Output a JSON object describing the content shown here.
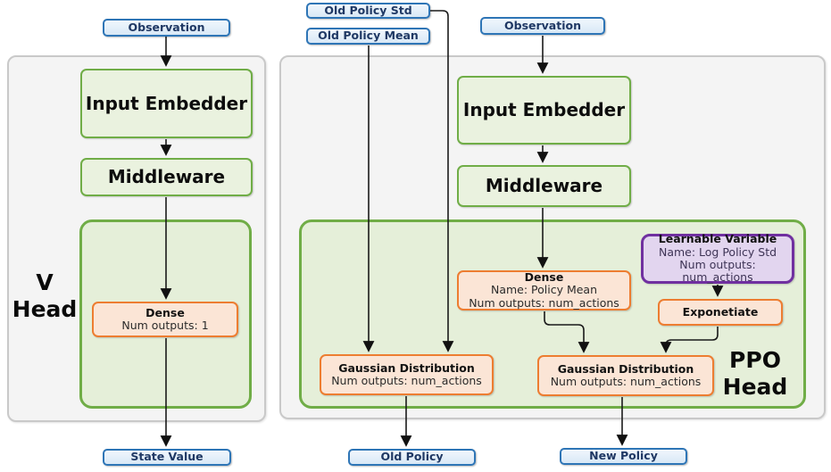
{
  "colors": {
    "blue_border": "#2E75B6",
    "blue_fill": "#DEEBF7",
    "blue_text": "#1F3864",
    "green_border": "#70AD47",
    "green_box_fill": "#EAF2DF",
    "green_panel_fill": "#E5EFD9",
    "orange_border": "#ED7D31",
    "orange_fill": "#FBE5D6",
    "purple_border": "#7030A0",
    "purple_fill": "#E2D5EF",
    "panel_fill": "#F4F4F4",
    "panel_border": "#C9C9C9",
    "wire": "#1A1A1A"
  },
  "v_head": {
    "panel_label": {
      "line1": "V",
      "line2": "Head"
    },
    "observation": "Observation",
    "input_embedder": "Input Embedder",
    "middleware": "Middleware",
    "dense": {
      "title": "Dense",
      "outputs": "Num outputs: 1"
    },
    "state_value": "State Value"
  },
  "ppo_head": {
    "panel_label": {
      "line1": "PPO",
      "line2": "Head"
    },
    "old_policy_std": "Old Policy Std",
    "old_policy_mean": "Old Policy Mean",
    "observation": "Observation",
    "input_embedder": "Input Embedder",
    "middleware": "Middleware",
    "dense_policy_mean": {
      "title": "Dense",
      "name": "Name: Policy Mean",
      "outputs": "Num outputs: num_actions"
    },
    "learnable_variable": {
      "title": "Learnable Variable",
      "name": "Name: Log Policy Std",
      "outputs": "Num outputs: num_actions"
    },
    "exponetiate": "Exponetiate",
    "gaussian_old": {
      "title": "Gaussian Distribution",
      "outputs": "Num outputs: num_actions"
    },
    "gaussian_new": {
      "title": "Gaussian Distribution",
      "outputs": "Num outputs: num_actions"
    },
    "old_policy": "Old Policy",
    "new_policy": "New Policy"
  }
}
